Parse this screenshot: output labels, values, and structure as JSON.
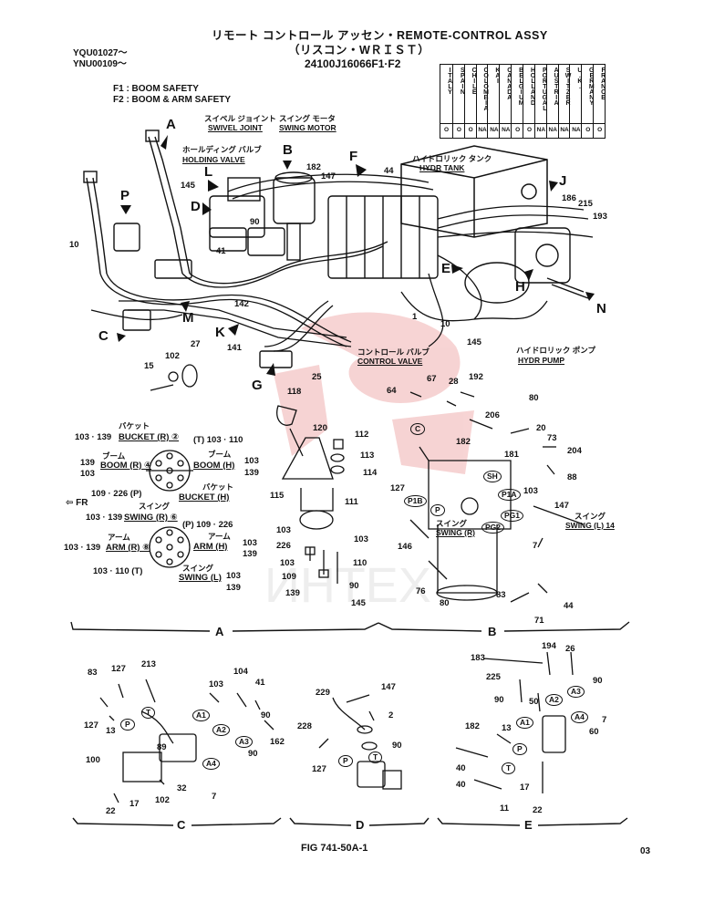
{
  "header": {
    "title_line1": "リモート コントロール アッセン・REMOTE-CONTROL ASSY",
    "title_line2": "（リスコン・WＲＩＳＴ）",
    "serial_1": "YQU01027～",
    "serial_2": "YNU00109～",
    "part_number": "24100J16066F1·F2",
    "f1": "F1 : BOOM SAFETY",
    "f2": "F2 : BOOM & ARM SAFETY"
  },
  "countries": [
    {
      "name": "ITALY",
      "code": "O"
    },
    {
      "name": "SPAIN",
      "code": "O"
    },
    {
      "name": "CHILE",
      "code": "O"
    },
    {
      "name": "COLOMBIA",
      "code": "NA"
    },
    {
      "name": "KAI",
      "code": "NA"
    },
    {
      "name": "CANADA",
      "code": "NA"
    },
    {
      "name": "BELGIUM",
      "code": "O"
    },
    {
      "name": "HOLLAND",
      "code": "O"
    },
    {
      "name": "PORTUGAL",
      "code": "NA"
    },
    {
      "name": "AUSTRIA",
      "code": "NA"
    },
    {
      "name": "SWITZER",
      "code": "NA"
    },
    {
      "name": "U.K.",
      "code": "NA"
    },
    {
      "name": "GERMANY",
      "code": "O"
    },
    {
      "name": "FRANCE",
      "code": "O"
    }
  ],
  "labels": {
    "swivel_jp": "スイベル ジョイント",
    "swivel_en": "SWIVEL JOINT",
    "swing_motor_jp": "スイング モータ",
    "swing_motor_en": "SWING MOTOR",
    "holding_jp": "ホールディング バルブ",
    "holding_en": "HOLDING VALVE",
    "hydr_tank_jp": "ハイドロリック タンク",
    "hydr_tank_en": "HYDR TANK",
    "control_valve_jp": "コントロール バルブ",
    "control_valve_en": "CONTROL VALVE",
    "hydr_pump_jp": "ハイドロリック ポンプ",
    "hydr_pump_en": "HYDR PUMP",
    "fr": "FR"
  },
  "view_letters": [
    "A",
    "B",
    "C",
    "D",
    "E",
    "F",
    "G",
    "H",
    "J",
    "K",
    "L",
    "M",
    "N",
    "P"
  ],
  "main_numbers": [
    "10",
    "145",
    "90",
    "41",
    "142",
    "141",
    "182",
    "147",
    "44",
    "186",
    "215",
    "193",
    "1",
    "10",
    "145",
    "25",
    "15",
    "102",
    "27"
  ],
  "section_a": {
    "bucket_r": "BUCKET (R) ②",
    "bucket_r_jp": "バケット",
    "boom_r": "BOOM (R) ④",
    "boom_r_jp": "ブーム",
    "boom_h": "BOOM (H)",
    "boom_h_jp": "ブーム",
    "bucket_h": "BUCKET (H)",
    "bucket_h_jp": "バケット",
    "swing_r": "SWING (R) ⑥",
    "swing_r_jp": "スイング",
    "arm_r": "ARM (R) ⑧",
    "arm_r_jp": "アーム",
    "arm_h": "ARM (H)",
    "arm_h_jp": "アーム",
    "swing_l": "SWING (L)",
    "swing_l_jp": "スイング",
    "l1": "103 · 139",
    "l2": "139",
    "l3": "103",
    "l4": "109 · 226 (P)",
    "l5": "103 · 139",
    "l6": "103 · 139",
    "l7": "103 · 110 (T)",
    "r1": "(T) 103 · 110",
    "r2": "103",
    "r3": "139",
    "r4": "(P) 109 · 226",
    "r5": "103",
    "r6": "139",
    "r7": "103",
    "r8": "139",
    "parts": [
      "118",
      "120",
      "112",
      "113",
      "114",
      "115",
      "111",
      "103",
      "226",
      "103",
      "109",
      "139",
      "103",
      "110",
      "90",
      "145"
    ]
  },
  "section_b": {
    "parts": [
      "64",
      "67",
      "28",
      "192",
      "80",
      "206",
      "20",
      "73",
      "204",
      "88",
      "182",
      "181",
      "103",
      "127",
      "147",
      "146",
      "76",
      "80",
      "83",
      "71",
      "44",
      "7"
    ],
    "swing_r": "SWING (R)",
    "swing_r_jp": "スイング",
    "swing_l": "SWING (L) 14",
    "swing_l_jp": "スイング",
    "circles": [
      "C",
      "SH",
      "P1A",
      "P1B",
      "PG1",
      "PG2",
      "P"
    ]
  },
  "section_c": {
    "parts": [
      "83",
      "127",
      "213",
      "103",
      "104",
      "41",
      "127",
      "13",
      "90",
      "162",
      "89",
      "90",
      "100",
      "32",
      "102",
      "17",
      "22",
      "7"
    ],
    "circles": [
      "T",
      "P",
      "A1",
      "A2",
      "A3",
      "A4"
    ]
  },
  "section_d": {
    "parts": [
      "229",
      "147",
      "2",
      "228",
      "90",
      "127"
    ],
    "circles": [
      "P",
      "T"
    ]
  },
  "section_e": {
    "parts": [
      "194",
      "26",
      "183",
      "225",
      "90",
      "50",
      "90",
      "7",
      "182",
      "13",
      "40",
      "60",
      "40",
      "11",
      "17",
      "22"
    ],
    "circles": [
      "A1",
      "A2",
      "A3",
      "A4",
      "P",
      "T"
    ]
  },
  "sections": [
    "A",
    "B",
    "C",
    "D",
    "E"
  ],
  "footer": {
    "fig": "FIG 741-50A-1",
    "page": "03"
  }
}
